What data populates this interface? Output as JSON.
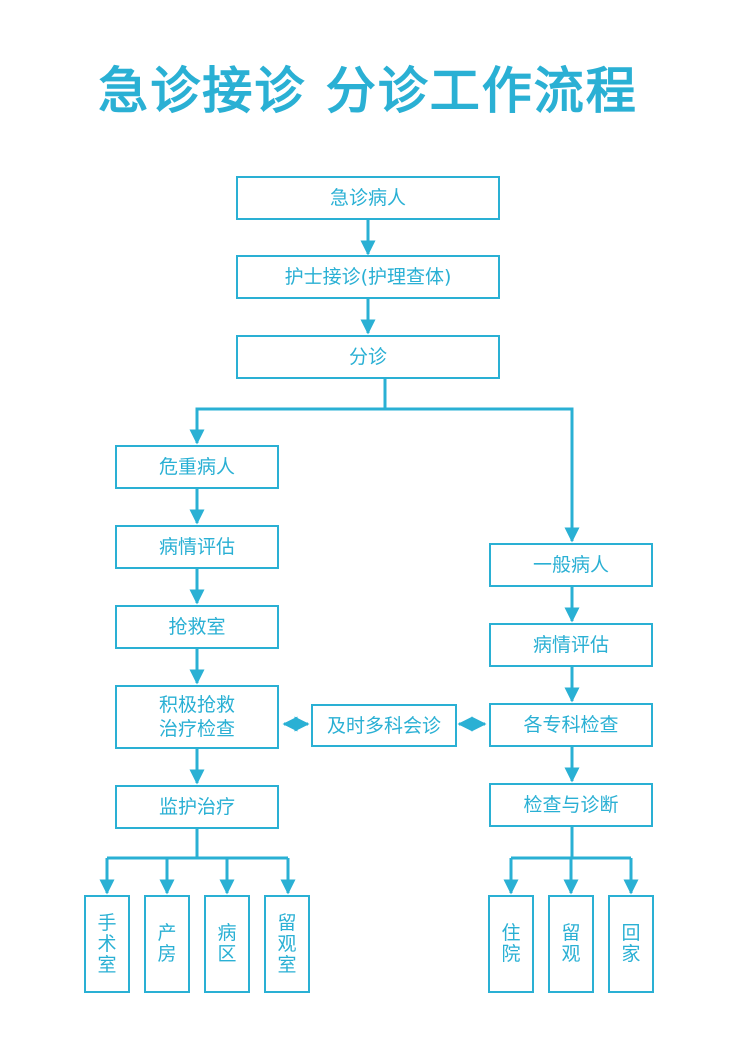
{
  "title": "急诊接诊 分诊工作流程",
  "colors": {
    "accent": "#2ab0d4",
    "background": "#ffffff"
  },
  "nodes": {
    "patient": "急诊病人",
    "nurse": "护士接诊(护理查体)",
    "triage": "分诊",
    "critical": "危重病人",
    "left_assess": "病情评估",
    "rescue_room": "抢救室",
    "active_treat_line1": "积极抢救",
    "active_treat_line2": "治疗检查",
    "monitor": "监护治疗",
    "surgery": "手术室",
    "delivery": "产房",
    "ward": "病区",
    "observation_room": "留观室",
    "consult": "及时多科会诊",
    "general": "一般病人",
    "right_assess": "病情评估",
    "specialty": "各专科检查",
    "exam_diag": "检查与诊断",
    "hospitalize": "住院",
    "observe": "留观",
    "home": "回家"
  }
}
